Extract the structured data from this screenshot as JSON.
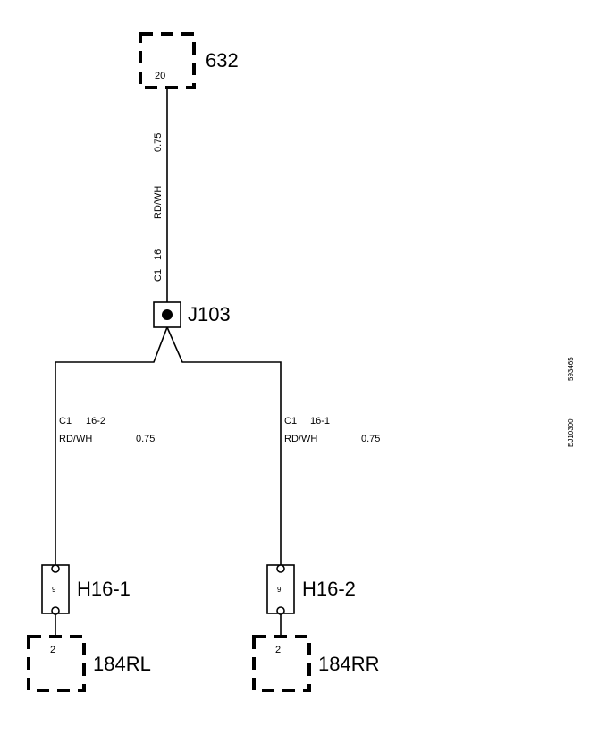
{
  "components": {
    "top_module": {
      "name": "632",
      "pin": "20"
    },
    "splice": {
      "name": "J103"
    },
    "left_fuse": {
      "name": "H16-1",
      "pin": "9"
    },
    "right_fuse": {
      "name": "H16-2",
      "pin": "9"
    },
    "left_module": {
      "name": "184RL",
      "pin": "2"
    },
    "right_module": {
      "name": "184RR",
      "pin": "2"
    }
  },
  "wires": {
    "main": {
      "size": "0.75",
      "color": "RD/WH",
      "connector": "C1",
      "pin": "16"
    },
    "left": {
      "connector": "C1",
      "pin": "16-2",
      "color": "RD/WH",
      "size": "0.75"
    },
    "right": {
      "connector": "C1",
      "pin": "16-1",
      "color": "RD/WH",
      "size": "0.75"
    }
  },
  "side_codes": [
    "593465",
    "EJ10300"
  ]
}
